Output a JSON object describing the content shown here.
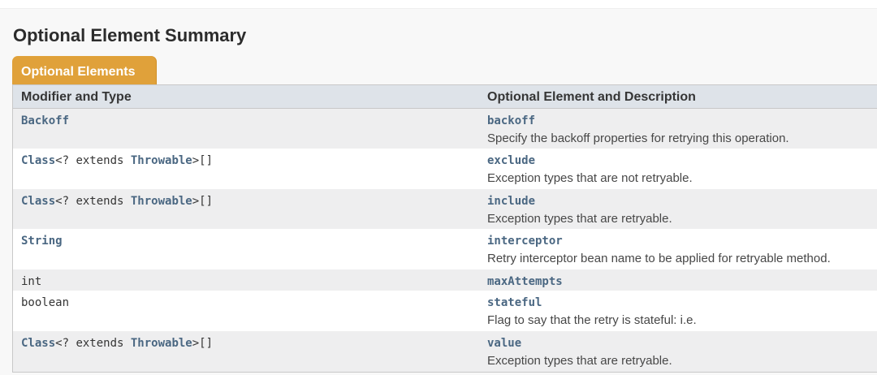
{
  "section_title": "Optional Element Summary",
  "tab_label": "Optional Elements",
  "table": {
    "headers": [
      "Modifier and Type",
      "Optional Element and Description"
    ],
    "rows": [
      {
        "type": [
          {
            "text": "Backoff",
            "link": true
          }
        ],
        "element": "backoff",
        "description": "Specify the backoff properties for retrying this operation."
      },
      {
        "type": [
          {
            "text": "Class",
            "link": true
          },
          {
            "text": "<? extends ",
            "link": false
          },
          {
            "text": "Throwable",
            "link": true
          },
          {
            "text": ">[]",
            "link": false
          }
        ],
        "element": "exclude",
        "description": "Exception types that are not retryable."
      },
      {
        "type": [
          {
            "text": "Class",
            "link": true
          },
          {
            "text": "<? extends ",
            "link": false
          },
          {
            "text": "Throwable",
            "link": true
          },
          {
            "text": ">[]",
            "link": false
          }
        ],
        "element": "include",
        "description": "Exception types that are retryable."
      },
      {
        "type": [
          {
            "text": "String",
            "link": true
          }
        ],
        "element": "interceptor",
        "description": "Retry interceptor bean name to be applied for retryable method."
      },
      {
        "type": [
          {
            "text": "int",
            "link": false
          }
        ],
        "element": "maxAttempts",
        "description": ""
      },
      {
        "type": [
          {
            "text": "boolean",
            "link": false
          }
        ],
        "element": "stateful",
        "description": "Flag to say that the retry is stateful: i.e."
      },
      {
        "type": [
          {
            "text": "Class",
            "link": true
          },
          {
            "text": "<? extends ",
            "link": false
          },
          {
            "text": "Throwable",
            "link": true
          },
          {
            "text": ">[]",
            "link": false
          }
        ],
        "element": "value",
        "description": "Exception types that are retryable."
      }
    ]
  }
}
